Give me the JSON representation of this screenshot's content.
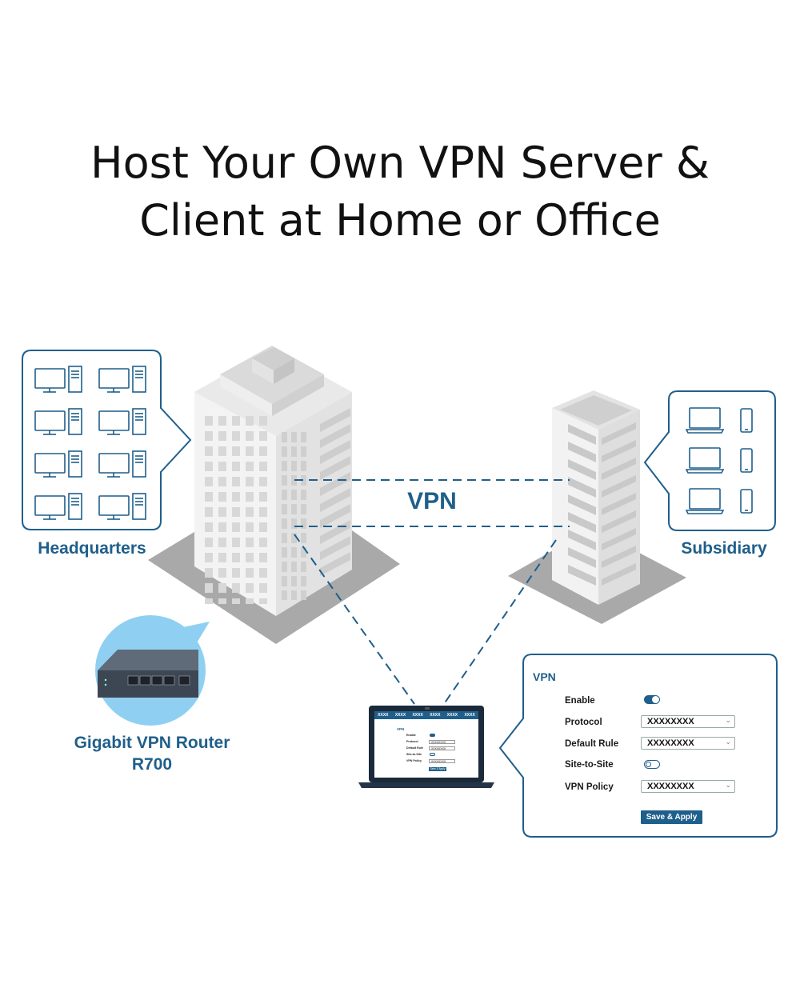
{
  "title": {
    "line1": "Host Your Own VPN Server &",
    "line2": "Client at Home or Office"
  },
  "labels": {
    "vpn_link": "VPN",
    "headquarters": "Headquarters",
    "subsidiary": "Subsidiary",
    "router_line1": "Gigabit VPN Router",
    "router_line2": "R700"
  },
  "vpn_panel": {
    "title": "VPN",
    "enable_label": "Enable",
    "enable_state": "on",
    "protocol_label": "Protocol",
    "protocol_value": "XXXXXXXX",
    "default_rule_label": "Default Rule",
    "default_rule_value": "XXXXXXXX",
    "site_to_site_label": "Site-to-Site",
    "site_to_site_state": "off",
    "vpn_policy_label": "VPN Policy",
    "vpn_policy_value": "XXXXXXXX",
    "save_label": "Save & Apply"
  },
  "laptop_screen": {
    "nav_items": [
      "XXXX",
      "XXXX",
      "XXXX",
      "XXXX",
      "XXXX",
      "XXXX"
    ],
    "title": "VPN",
    "rows": [
      "Enable",
      "Protocol",
      "Default Rule",
      "Site-to-Site",
      "VPN Policy"
    ],
    "values": [
      "XXXXXXXX",
      "XXXXXXXX",
      "XXXXXXXX"
    ],
    "button": "Save & Apply"
  },
  "icons": {
    "hq_devices": [
      "desktop-computer-icon"
    ],
    "subsidiary_devices": [
      "laptop-icon",
      "smartphone-icon"
    ],
    "router": "router-icon"
  },
  "colors": {
    "accent": "#1f5f8b",
    "building_light": "#f2f2f2",
    "building_mid": "#dcdcdc",
    "building_dark": "#c2c2c2",
    "shadow": "#a9a9a9",
    "router_bubble": "#8fd0f2"
  }
}
